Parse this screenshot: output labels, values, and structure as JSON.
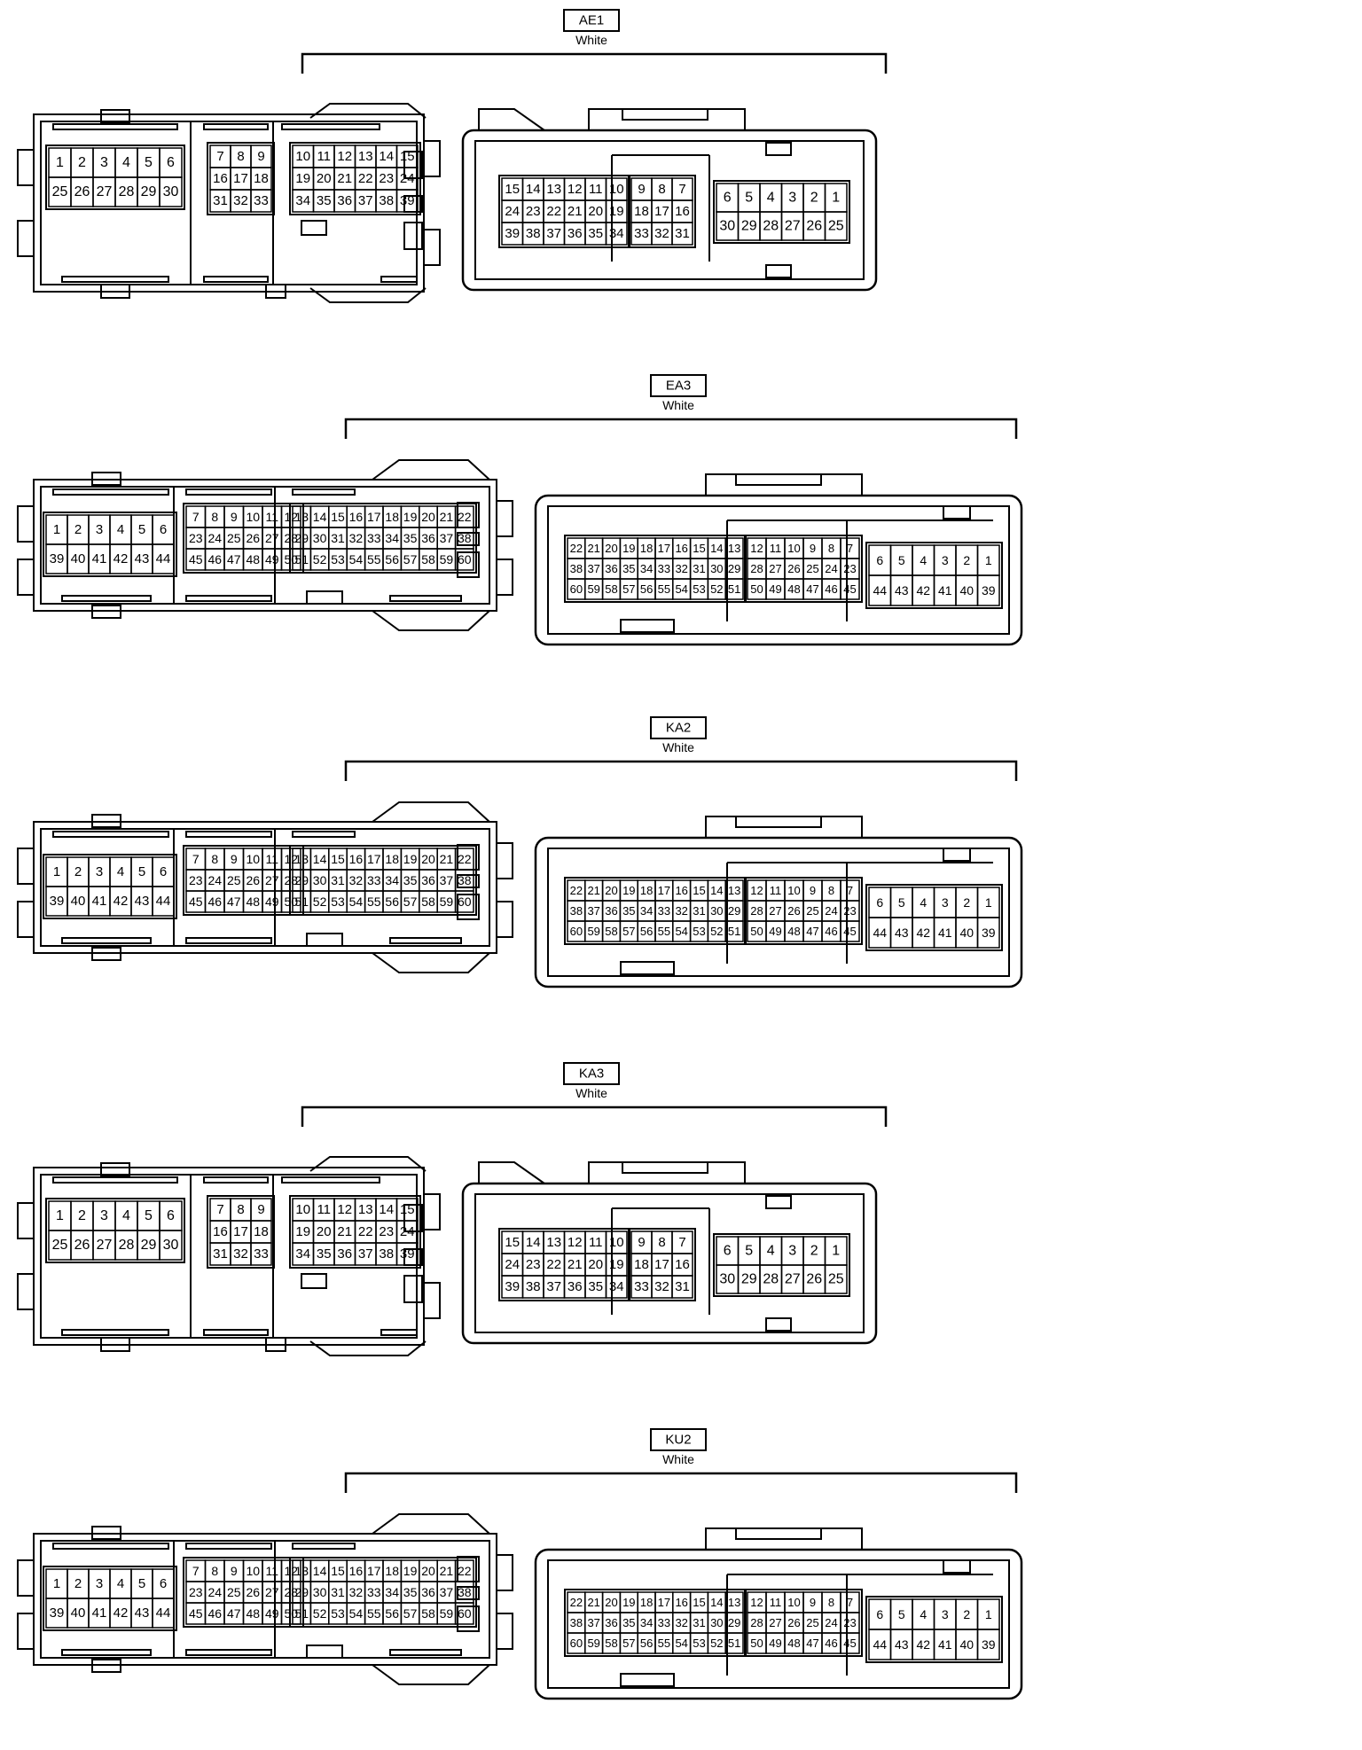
{
  "connectors": [
    {
      "code": "AE1",
      "color": "White",
      "variant": "A"
    },
    {
      "code": "EA3",
      "color": "White",
      "variant": "B"
    },
    {
      "code": "KA2",
      "color": "White",
      "variant": "B"
    },
    {
      "code": "KA3",
      "color": "White",
      "variant": "A"
    },
    {
      "code": "KU2",
      "color": "White",
      "variant": "B"
    }
  ],
  "variants": {
    "A": {
      "left_blocks": [
        [
          [
            "1",
            "2",
            "3",
            "4",
            "5",
            "6"
          ],
          [
            "25",
            "26",
            "27",
            "28",
            "29",
            "30"
          ]
        ],
        [
          [
            "7",
            "8",
            "9"
          ],
          [
            "16",
            "17",
            "18"
          ],
          [
            "31",
            "32",
            "33"
          ]
        ],
        [
          [
            "10",
            "11",
            "12",
            "13",
            "14",
            "15"
          ],
          [
            "19",
            "20",
            "21",
            "22",
            "23",
            "24"
          ],
          [
            "34",
            "35",
            "36",
            "37",
            "38",
            "39"
          ]
        ]
      ],
      "right_blocks": [
        [
          [
            "15",
            "14",
            "13",
            "12",
            "11",
            "10"
          ],
          [
            "24",
            "23",
            "22",
            "21",
            "20",
            "19"
          ],
          [
            "39",
            "38",
            "37",
            "36",
            "35",
            "34"
          ]
        ],
        [
          [
            "9",
            "8",
            "7"
          ],
          [
            "18",
            "17",
            "16"
          ],
          [
            "33",
            "32",
            "31"
          ]
        ],
        [
          [
            "6",
            "5",
            "4",
            "3",
            "2",
            "1"
          ],
          [
            "30",
            "29",
            "28",
            "27",
            "26",
            "25"
          ]
        ]
      ]
    },
    "B": {
      "left_blocks": [
        [
          [
            "1",
            "2",
            "3",
            "4",
            "5",
            "6"
          ],
          [
            "39",
            "40",
            "41",
            "42",
            "43",
            "44"
          ]
        ],
        [
          [
            "7",
            "8",
            "9",
            "10",
            "11",
            "12"
          ],
          [
            "23",
            "24",
            "25",
            "26",
            "27",
            "28"
          ],
          [
            "45",
            "46",
            "47",
            "48",
            "49",
            "50"
          ]
        ],
        [
          [
            "13",
            "14",
            "15",
            "16",
            "17",
            "18",
            "19",
            "20",
            "21",
            "22"
          ],
          [
            "29",
            "30",
            "31",
            "32",
            "33",
            "34",
            "35",
            "36",
            "37",
            "38"
          ],
          [
            "51",
            "52",
            "53",
            "54",
            "55",
            "56",
            "57",
            "58",
            "59",
            "60"
          ]
        ]
      ],
      "right_blocks": [
        [
          [
            "22",
            "21",
            "20",
            "19",
            "18",
            "17",
            "16",
            "15",
            "14",
            "13"
          ],
          [
            "38",
            "37",
            "36",
            "35",
            "34",
            "33",
            "32",
            "31",
            "30",
            "29"
          ],
          [
            "60",
            "59",
            "58",
            "57",
            "56",
            "55",
            "54",
            "53",
            "52",
            "51"
          ]
        ],
        [
          [
            "12",
            "11",
            "10",
            "9",
            "8",
            "7"
          ],
          [
            "28",
            "27",
            "26",
            "25",
            "24",
            "23"
          ],
          [
            "50",
            "49",
            "48",
            "47",
            "46",
            "45"
          ]
        ],
        [
          [
            "6",
            "5",
            "4",
            "3",
            "2",
            "1"
          ],
          [
            "44",
            "43",
            "42",
            "41",
            "40",
            "39"
          ]
        ]
      ]
    }
  }
}
